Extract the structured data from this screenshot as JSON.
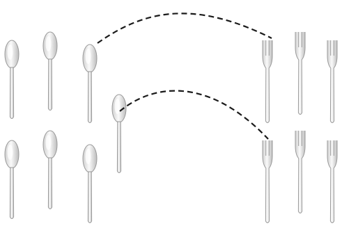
{
  "scene": {
    "spoons": [
      {
        "name": "spoon-left-top-1",
        "group": "left-top"
      },
      {
        "name": "spoon-left-top-2",
        "group": "left-top"
      },
      {
        "name": "spoon-left-top-3",
        "group": "left-top"
      },
      {
        "name": "spoon-middle",
        "group": "middle"
      },
      {
        "name": "spoon-left-bottom-1",
        "group": "left-bottom"
      },
      {
        "name": "spoon-left-bottom-2",
        "group": "left-bottom"
      },
      {
        "name": "spoon-left-bottom-3",
        "group": "left-bottom"
      }
    ],
    "forks": [
      {
        "name": "fork-right-top-1",
        "group": "right-top"
      },
      {
        "name": "fork-right-top-2",
        "group": "right-top"
      },
      {
        "name": "fork-right-top-3",
        "group": "right-top"
      },
      {
        "name": "fork-right-bottom-1",
        "group": "right-bottom"
      },
      {
        "name": "fork-right-bottom-2",
        "group": "right-bottom"
      },
      {
        "name": "fork-right-bottom-3",
        "group": "right-bottom"
      }
    ],
    "connectors": [
      {
        "name": "dashed-arc-top",
        "from": "spoon-left-top-3",
        "to": "fork-right-top-1",
        "style": "dashed"
      },
      {
        "name": "dashed-arc-bottom",
        "from": "spoon-middle",
        "to": "fork-right-bottom-1",
        "style": "dashed"
      }
    ],
    "colors": {
      "background": "#ffffff",
      "utensil_fill": "#e6e6e6",
      "utensil_highlight": "#ffffff",
      "utensil_outline": "#9a9a9a",
      "connector": "#1a1a1a"
    }
  }
}
